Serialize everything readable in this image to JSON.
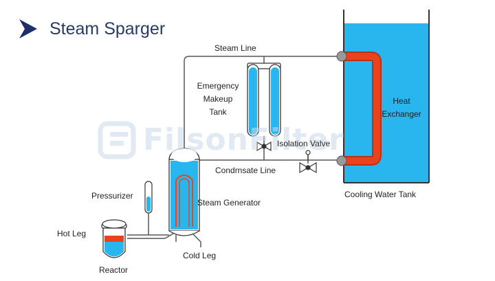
{
  "title": "Steam Sparger",
  "watermark": "FilsonFilter",
  "labels": {
    "steam_line": "Steam Line",
    "emergency_makeup_tank": [
      "Emergency",
      "Makeup",
      "Tank"
    ],
    "isolation_valve": "Isolation Valve",
    "condensate_line": "Condrnsate Line",
    "heat_exchanger": [
      "Heat",
      "Exchanger"
    ],
    "cooling_water_tank": "Cooling Water Tank",
    "pressurizer": "Pressurizer",
    "steam_generator": "Steam Generator",
    "hot_leg": "Hot Leg",
    "cold_leg": "Cold Leg",
    "reactor": "Reactor"
  },
  "colors": {
    "title_arrow": "#1e2f6b",
    "water_blue": "#29b6ee",
    "heat_exchanger_red": "#e8431c",
    "outline": "#333333",
    "pipe": "#555555"
  }
}
